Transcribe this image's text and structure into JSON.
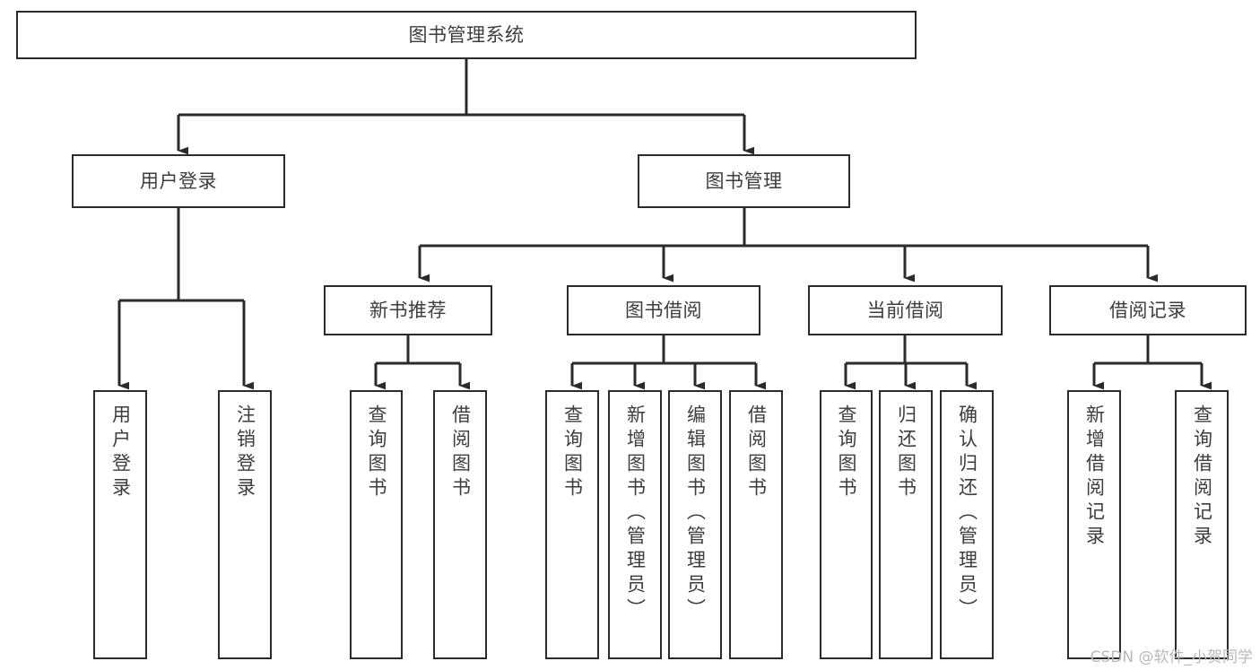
{
  "diagram": {
    "title": "图书管理系统",
    "type": "tree",
    "orientation": "top-down",
    "stroke_color": "#2b2b2b",
    "text_color": "#3d3d3d",
    "background": "#ffffff",
    "watermark": "CSDN @软件_小贺同学"
  },
  "nodes": {
    "root": {
      "label": "图书管理系统",
      "level": 1
    },
    "l2": [
      {
        "id": "user_login",
        "label": "用户登录",
        "level": 2
      },
      {
        "id": "book_manage",
        "label": "图书管理",
        "level": 2
      }
    ],
    "l3": [
      {
        "id": "new_book_rec",
        "label": "新书推荐",
        "level": 3,
        "parent": "book_manage"
      },
      {
        "id": "book_borrow",
        "label": "图书借阅",
        "level": 3,
        "parent": "book_manage"
      },
      {
        "id": "current_borrow",
        "label": "当前借阅",
        "level": 3,
        "parent": "book_manage"
      },
      {
        "id": "borrow_record",
        "label": "借阅记录",
        "level": 3,
        "parent": "book_manage"
      }
    ],
    "leaves": [
      {
        "id": "leaf_user_login",
        "label": "用户登录",
        "parent": "user_login"
      },
      {
        "id": "leaf_user_logout",
        "label": "注销登录",
        "parent": "user_login"
      },
      {
        "id": "leaf_rec_query",
        "label": "查询图书",
        "parent": "new_book_rec"
      },
      {
        "id": "leaf_rec_borrow",
        "label": "借阅图书",
        "parent": "new_book_rec"
      },
      {
        "id": "leaf_borrow_query",
        "label": "查询图书",
        "parent": "book_borrow"
      },
      {
        "id": "leaf_borrow_add",
        "label": "新增图书（管理员）",
        "parent": "book_borrow"
      },
      {
        "id": "leaf_borrow_edit",
        "label": "编辑图书（管理员）",
        "parent": "book_borrow"
      },
      {
        "id": "leaf_borrow_lend",
        "label": "借阅图书",
        "parent": "book_borrow"
      },
      {
        "id": "leaf_cur_query",
        "label": "查询图书",
        "parent": "current_borrow"
      },
      {
        "id": "leaf_cur_return",
        "label": "归还图书",
        "parent": "current_borrow"
      },
      {
        "id": "leaf_cur_confirm",
        "label": "确认归还（管理员）",
        "parent": "current_borrow"
      },
      {
        "id": "leaf_rec_add",
        "label": "新增借阅记录",
        "parent": "borrow_record"
      },
      {
        "id": "leaf_rec_search",
        "label": "查询借阅记录",
        "parent": "borrow_record"
      }
    ]
  }
}
